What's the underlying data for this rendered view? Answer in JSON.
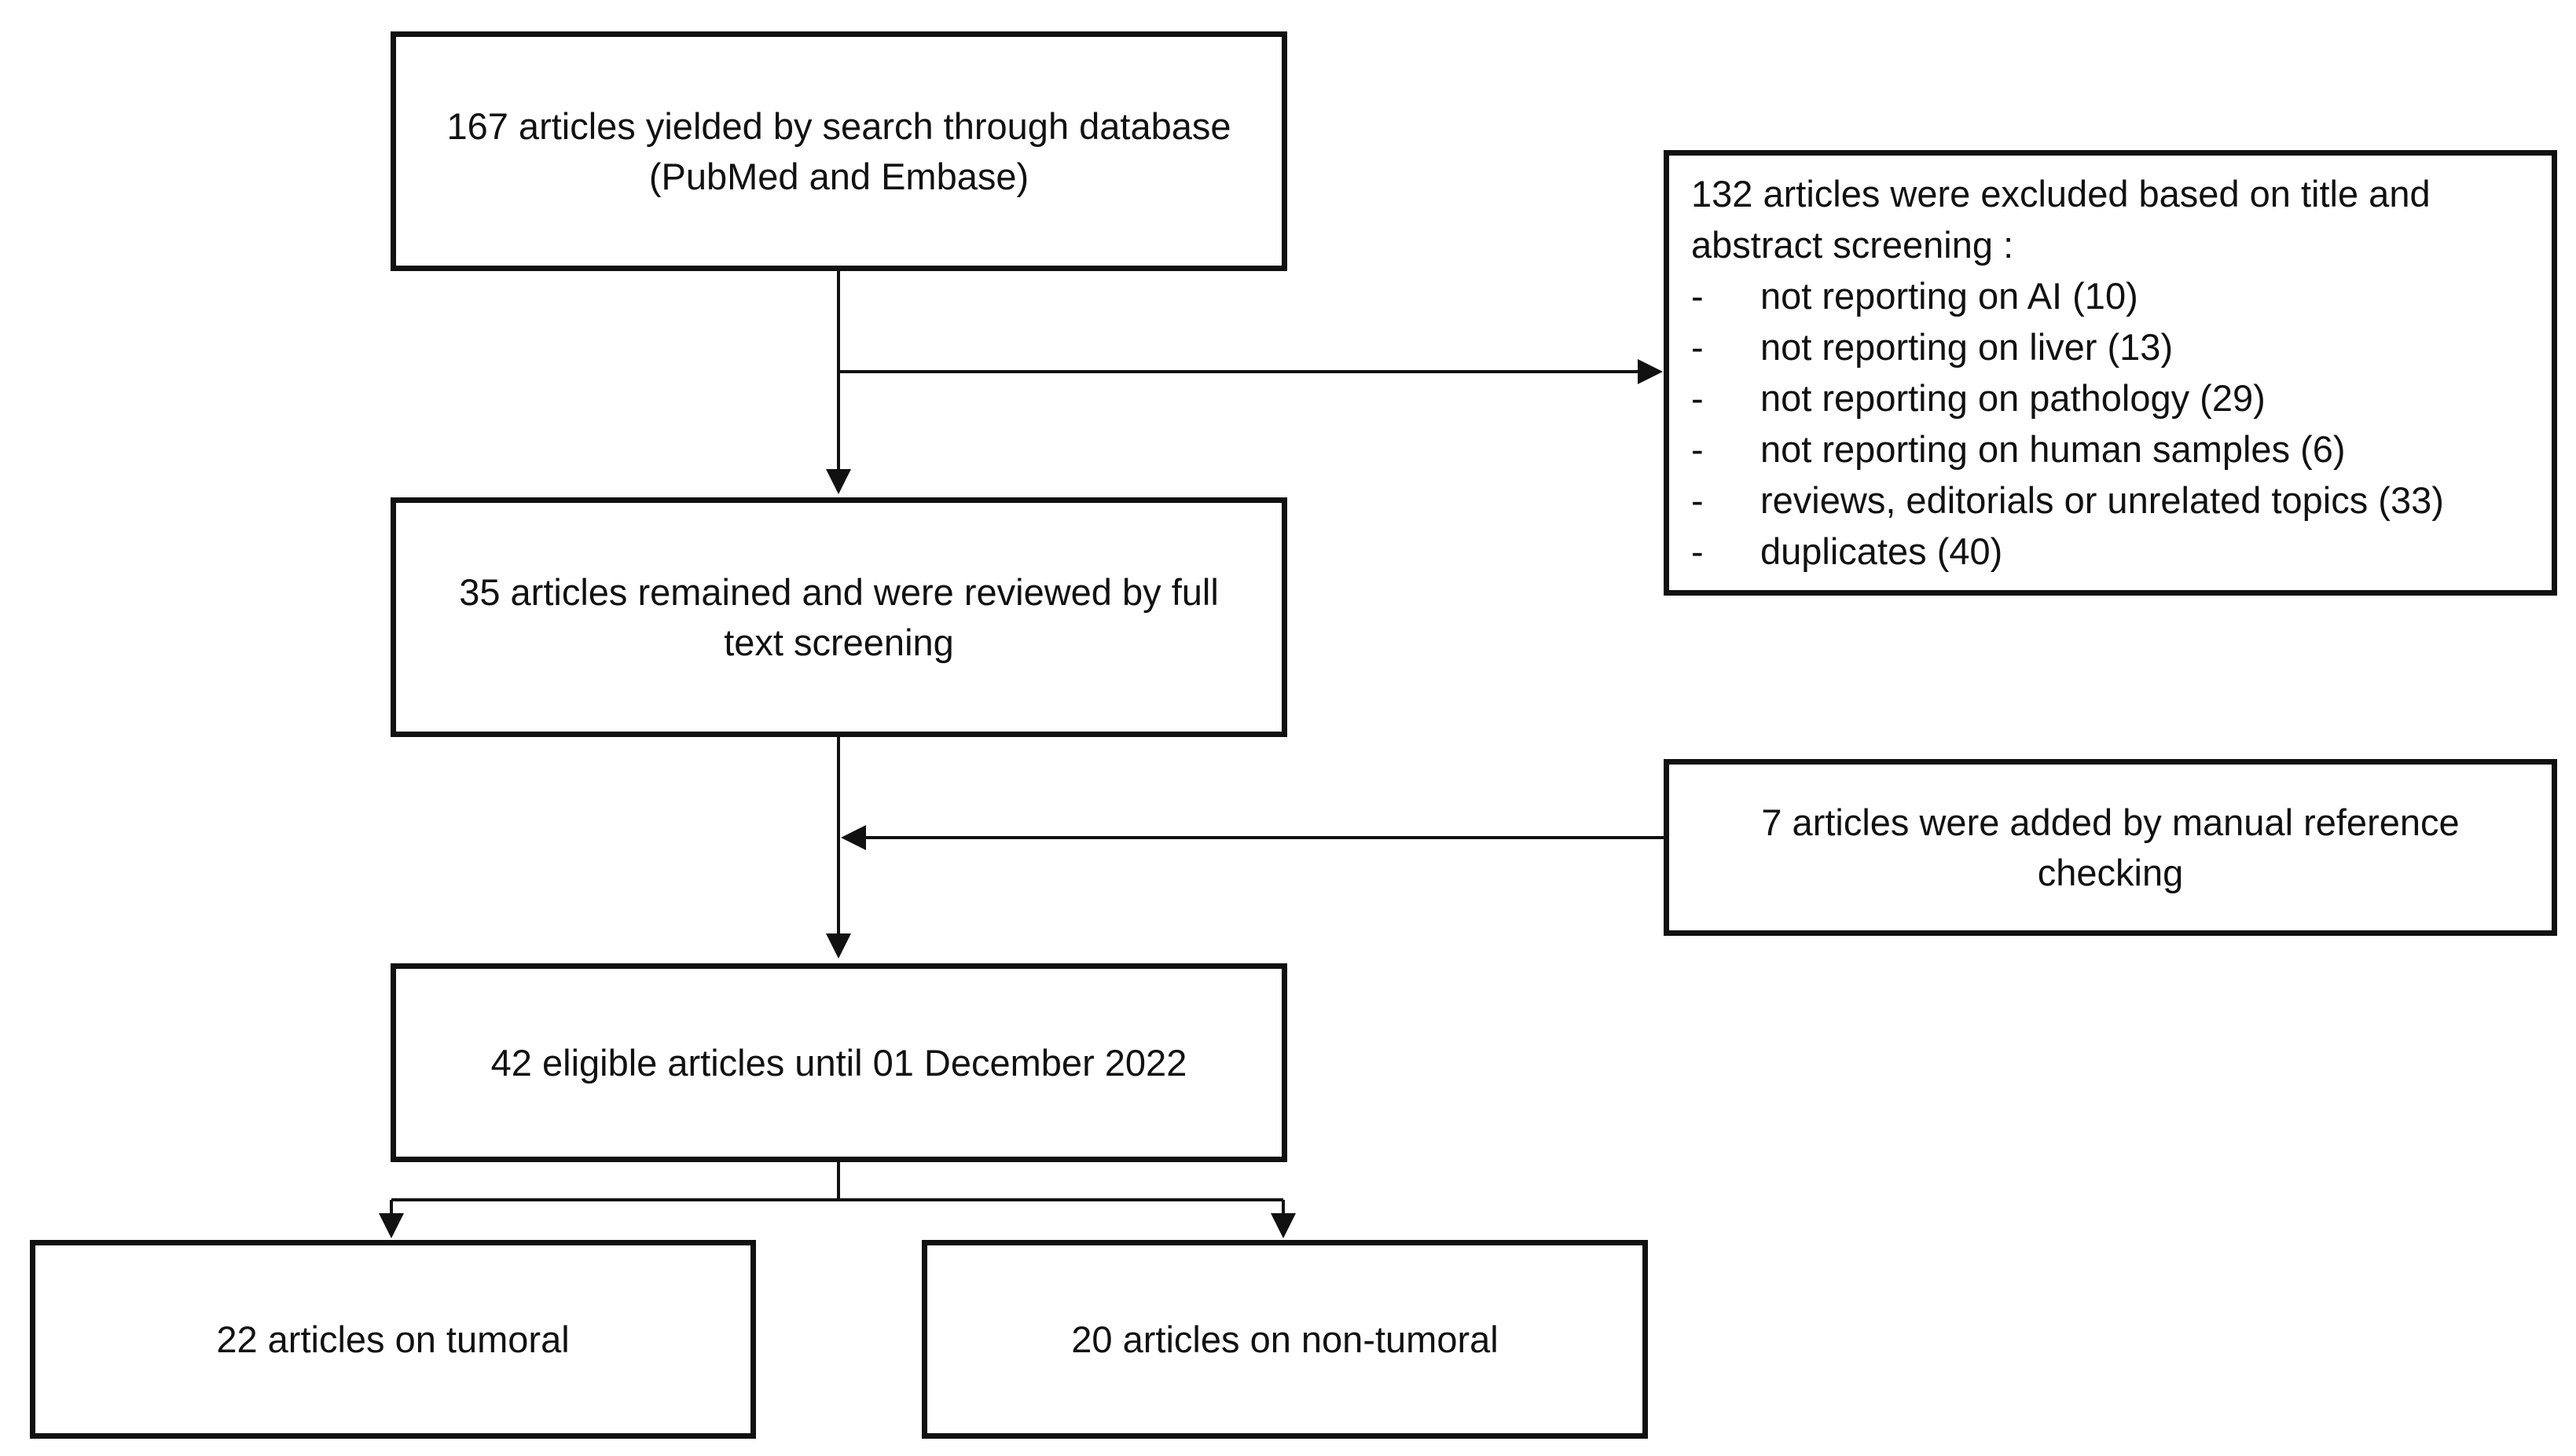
{
  "boxes": {
    "search": "167 articles yielded by search through database (PubMed and Embase)",
    "excluded_header": "132 articles were excluded based on title and abstract screening :",
    "excluded_items": [
      "not reporting on AI (10)",
      "not reporting on liver (13)",
      "not reporting on pathology (29)",
      "not reporting on human samples (6)",
      "reviews, editorials or unrelated topics (33)",
      "duplicates (40)"
    ],
    "remained": "35 articles remained and were reviewed by full text screening",
    "added": "7 articles were added by manual reference checking",
    "eligible": "42 eligible articles until 01 December 2022",
    "tumoral": "22 articles on tumoral",
    "non_tumoral": "20 articles on non-tumoral"
  },
  "bullet": "-"
}
